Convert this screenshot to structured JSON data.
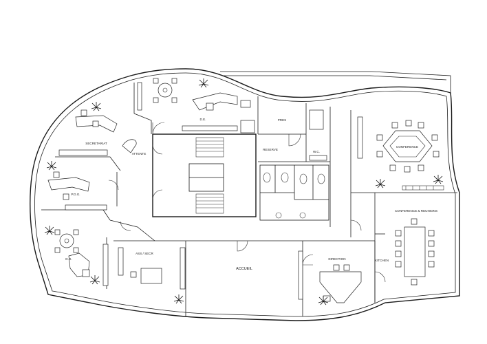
{
  "floor_plan": {
    "rooms": [
      {
        "id": "sec",
        "label": "SECRETARIAT"
      },
      {
        "id": "attente",
        "label": "ATTENTE"
      },
      {
        "id": "pdg",
        "label": "P.D.G."
      },
      {
        "id": "dg",
        "label": "D.G."
      },
      {
        "id": "pres",
        "label": "PRES"
      },
      {
        "id": "reserve",
        "label": "RESERVE"
      },
      {
        "id": "wc",
        "label": "W.C."
      },
      {
        "id": "conf",
        "label": "CONFERENCE"
      },
      {
        "id": "meeting",
        "label": "CONFERENCE & REUNIONS"
      },
      {
        "id": "asst",
        "label": "ASS / SECR"
      },
      {
        "id": "accueil",
        "label": "ACCUEIL"
      },
      {
        "id": "direction",
        "label": "DIRECTION"
      },
      {
        "id": "kitchen",
        "label": "KITCHEN"
      },
      {
        "id": "office",
        "label": "D.E."
      }
    ]
  }
}
